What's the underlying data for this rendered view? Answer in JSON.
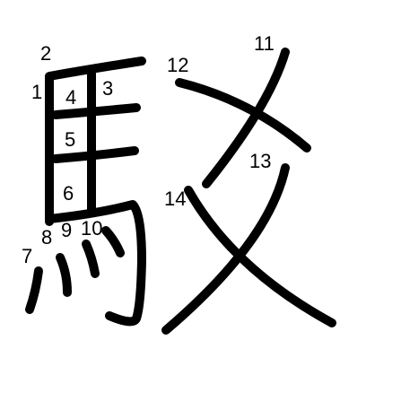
{
  "diagram": {
    "character": "駁",
    "stroke_color": "#000000",
    "background_color": "#ffffff",
    "stroke_count": 14,
    "labels": [
      "1",
      "2",
      "3",
      "4",
      "5",
      "6",
      "7",
      "8",
      "9",
      "10",
      "11",
      "12",
      "13",
      "14"
    ]
  }
}
